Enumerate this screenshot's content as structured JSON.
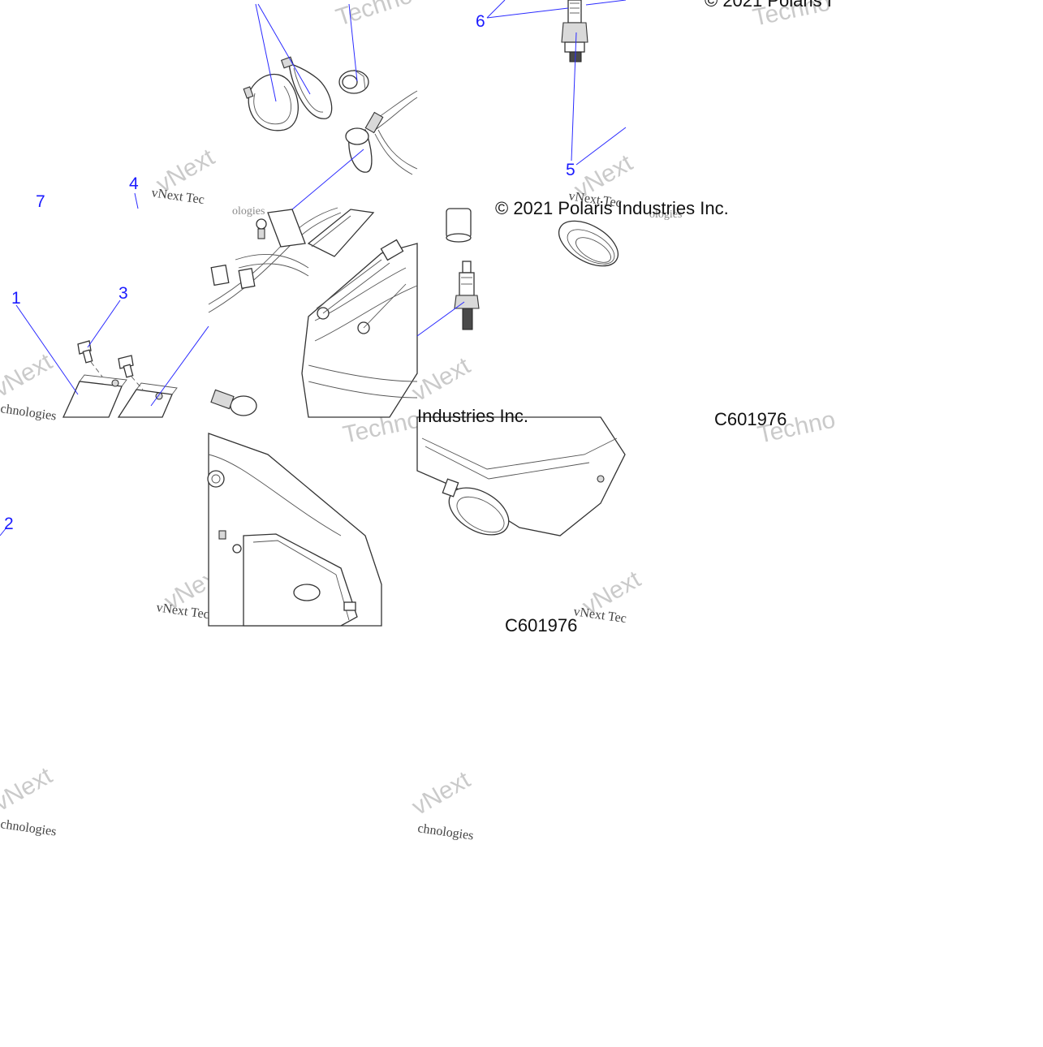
{
  "callouts": {
    "c1": "1",
    "c2": "2",
    "c3": "3",
    "c4": "4",
    "c5": "5",
    "c6": "6",
    "c7": "7"
  },
  "copyright": {
    "line_a": "© 2021 Polaris I",
    "line_b": "© 2021 Polaris Industries Inc.",
    "line_c": "Industries Inc."
  },
  "figure_code": {
    "a": "C601976",
    "b": "C601976"
  },
  "watermark": {
    "brand": "Techno",
    "brand_alt": "vNext",
    "line_1": "vNext Tec",
    "line_2": "chnologies",
    "line_3": "ologies"
  },
  "colors": {
    "callout": "#1a1aff",
    "leader": "#2b2bff",
    "line_art": "#333333"
  }
}
